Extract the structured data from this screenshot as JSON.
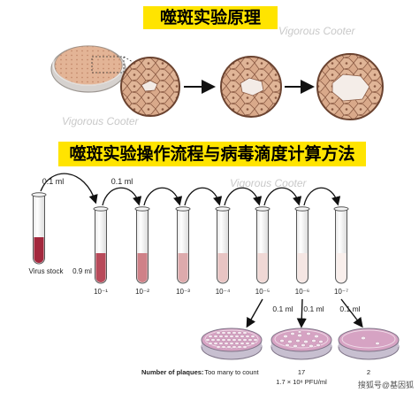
{
  "titles": {
    "principle": "噬斑实验原理",
    "procedure": "噬斑实验操作流程与病毒滴度计算方法"
  },
  "stock": {
    "label": "Virus stock",
    "transfer_volume": "0.1 ml"
  },
  "diluent_volume": "0.9 ml",
  "transfer_volume": "0.1 ml",
  "tubes": [
    {
      "dilution": "10⁻¹",
      "color": "#b84a5a"
    },
    {
      "dilution": "10⁻²",
      "color": "#cf8188"
    },
    {
      "dilution": "10⁻³",
      "color": "#ddaaac"
    },
    {
      "dilution": "10⁻⁴",
      "color": "#e8c4c3"
    },
    {
      "dilution": "10⁻⁵",
      "color": "#f0d8d5"
    },
    {
      "dilution": "10⁻⁶",
      "color": "#f5e6e3"
    },
    {
      "dilution": "10⁻⁷",
      "color": "#f9efec"
    }
  ],
  "plating": {
    "volume": "0.1 ml",
    "label": "Number of plaques:",
    "plates": [
      {
        "count": "Too many to count",
        "titer": ""
      },
      {
        "count": "17",
        "titer": "1.7 × 10⁸ PFU/ml"
      },
      {
        "count": "2",
        "titer": ""
      }
    ]
  },
  "watermarks": [
    "Vigorous Cooter",
    "Vigorous Cooter",
    "Vigorous Cooter"
  ],
  "footer": "搜狐号@基因狐",
  "colors": {
    "banner": "#ffe400",
    "cell_fill": "#d9a98a",
    "cell_line": "#8a5a43",
    "petri_rim": "#c9c2bc"
  }
}
